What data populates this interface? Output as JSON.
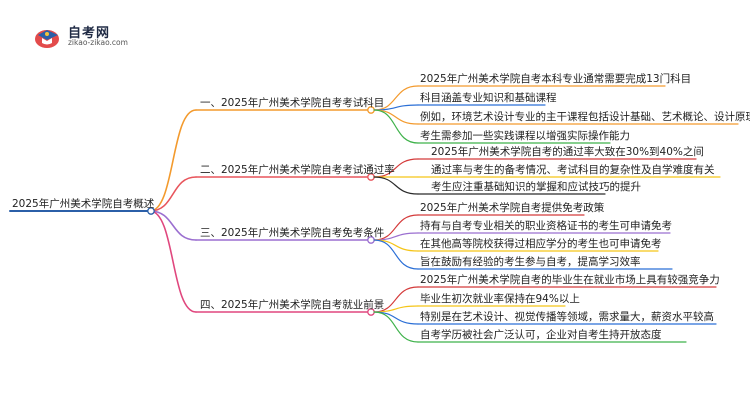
{
  "logo": {
    "title": "自考网",
    "subtitle": "zikao-zikao.com"
  },
  "root": {
    "label": "2025年广州美术学院自考概述"
  },
  "colors": {
    "root": "#2b5fa8",
    "branch1": "#f39a2d",
    "branch2": "#e8555c",
    "branch3": "#9b6fd0",
    "branch4": "#e0477e"
  },
  "branches": [
    {
      "label": "一、2025年广州美术学院自考考试科目",
      "leaves": [
        {
          "label": "2025年广州美术学院自考本科专业通常需要完成13门科目",
          "color": "#f39a2d"
        },
        {
          "label": "科目涵盖专业知识和基础课程",
          "color": "#2b6fd6"
        },
        {
          "label": "例如，环境艺术设计专业的主干课程包括设计基础、艺术概论、设计原理等",
          "color": "#f39a2d"
        },
        {
          "label": "考生需参加一些实践课程以增强实际操作能力",
          "color": "#3fb24b"
        }
      ]
    },
    {
      "label": "二、2025年广州美术学院自考考试通过率",
      "leaves": [
        {
          "label": "2025年广州美术学院自考的通过率大致在30%到40%之间",
          "color": "#d43a3a"
        },
        {
          "label": "通过率与考生的备考情况、考试科目的复杂性及自学难度有关",
          "color": "#f5c518"
        },
        {
          "label": "考生应注重基础知识的掌握和应试技巧的提升",
          "color": "#2a2a2a"
        }
      ]
    },
    {
      "label": "三、2025年广州美术学院自考免考条件",
      "leaves": [
        {
          "label": "2025年广州美术学院自考提供免考政策",
          "color": "#d43a3a"
        },
        {
          "label": "持有与自考专业相关的职业资格证书的考生可申请免考",
          "color": "#9b6fd0"
        },
        {
          "label": "在其他高等院校获得过相应学分的考生也可申请免考",
          "color": "#f5c518"
        },
        {
          "label": "旨在鼓励有经验的考生参与自考，提高学习效率",
          "color": "#2b6fd6"
        }
      ]
    },
    {
      "label": "四、2025年广州美术学院自考就业前景",
      "leaves": [
        {
          "label": "2025年广州美术学院自考的毕业生在就业市场上具有较强竞争力",
          "color": "#d43a3a"
        },
        {
          "label": "毕业生初次就业率保持在94%以上",
          "color": "#f5c518"
        },
        {
          "label": "特别是在艺术设计、视觉传播等领域，需求量大，薪资水平较高",
          "color": "#2b6fd6"
        },
        {
          "label": "自考学历被社会广泛认可，企业对自考生持开放态度",
          "color": "#3fb24b"
        }
      ]
    }
  ]
}
